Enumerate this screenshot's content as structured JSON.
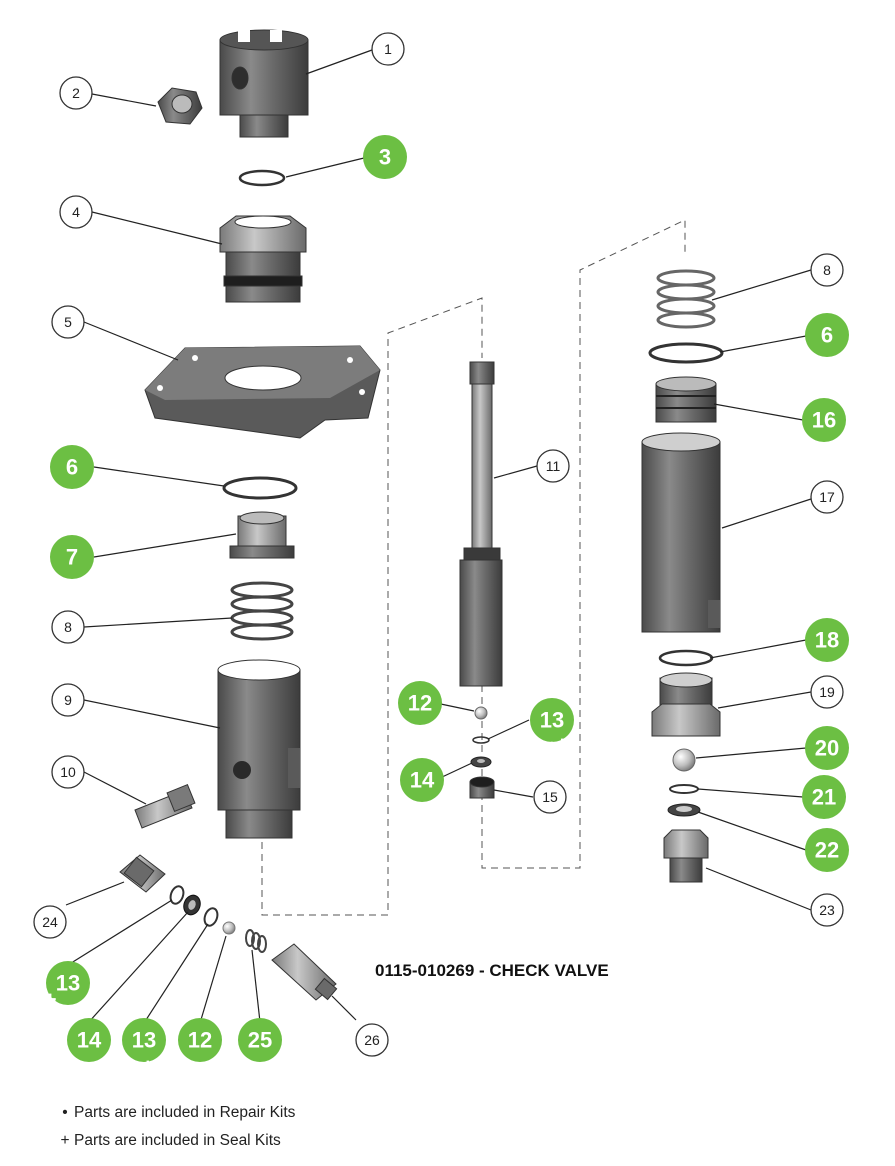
{
  "title": "0115-010269 - CHECK VALVE",
  "legend": [
    {
      "symbol": "•",
      "text": "Parts are included in Repair Kits"
    },
    {
      "symbol": "+",
      "text": "Parts are included in Seal Kits"
    }
  ],
  "callouts": [
    {
      "label": "1",
      "style": "white",
      "kit": ""
    },
    {
      "label": "2",
      "style": "white",
      "kit": ""
    },
    {
      "label": "3",
      "style": "green",
      "kit": "•+"
    },
    {
      "label": "4",
      "style": "white",
      "kit": ""
    },
    {
      "label": "5",
      "style": "white",
      "kit": ""
    },
    {
      "label": "6",
      "style": "green",
      "kit": "•+"
    },
    {
      "label": "7",
      "style": "green",
      "kit": "•+"
    },
    {
      "label": "8",
      "style": "white",
      "kit": ""
    },
    {
      "label": "9",
      "style": "white",
      "kit": ""
    },
    {
      "label": "10",
      "style": "white",
      "kit": ""
    },
    {
      "label": "11",
      "style": "white",
      "kit": ""
    },
    {
      "label": "12",
      "style": "green",
      "kit": "•"
    },
    {
      "label": "13",
      "style": "green",
      "kit": "•+"
    },
    {
      "label": "14",
      "style": "green",
      "kit": "•"
    },
    {
      "label": "15",
      "style": "white",
      "kit": ""
    },
    {
      "label": "8",
      "style": "white",
      "kit": ""
    },
    {
      "label": "6",
      "style": "green",
      "kit": ""
    },
    {
      "label": "16",
      "style": "green",
      "kit": "•+"
    },
    {
      "label": "17",
      "style": "white",
      "kit": ""
    },
    {
      "label": "18",
      "style": "green",
      "kit": "•+"
    },
    {
      "label": "19",
      "style": "white",
      "kit": ""
    },
    {
      "label": "20",
      "style": "green",
      "kit": "•"
    },
    {
      "label": "21",
      "style": "green",
      "kit": "•+"
    },
    {
      "label": "22",
      "style": "green",
      "kit": "•"
    },
    {
      "label": "23",
      "style": "white",
      "kit": ""
    },
    {
      "label": "24",
      "style": "white",
      "kit": ""
    },
    {
      "label": "13",
      "style": "green",
      "kit": "•+"
    },
    {
      "label": "14",
      "style": "green",
      "kit": "•"
    },
    {
      "label": "13",
      "style": "green",
      "kit": "•+"
    },
    {
      "label": "12",
      "style": "green",
      "kit": "•"
    },
    {
      "label": "25",
      "style": "green",
      "kit": "•"
    },
    {
      "label": "26",
      "style": "white",
      "kit": ""
    }
  ],
  "colors": {
    "callout_green": "#6cbf43",
    "part_gray": "#6e6e6e",
    "part_dark": "#3a3a3a",
    "part_light": "#a8a8a8"
  }
}
